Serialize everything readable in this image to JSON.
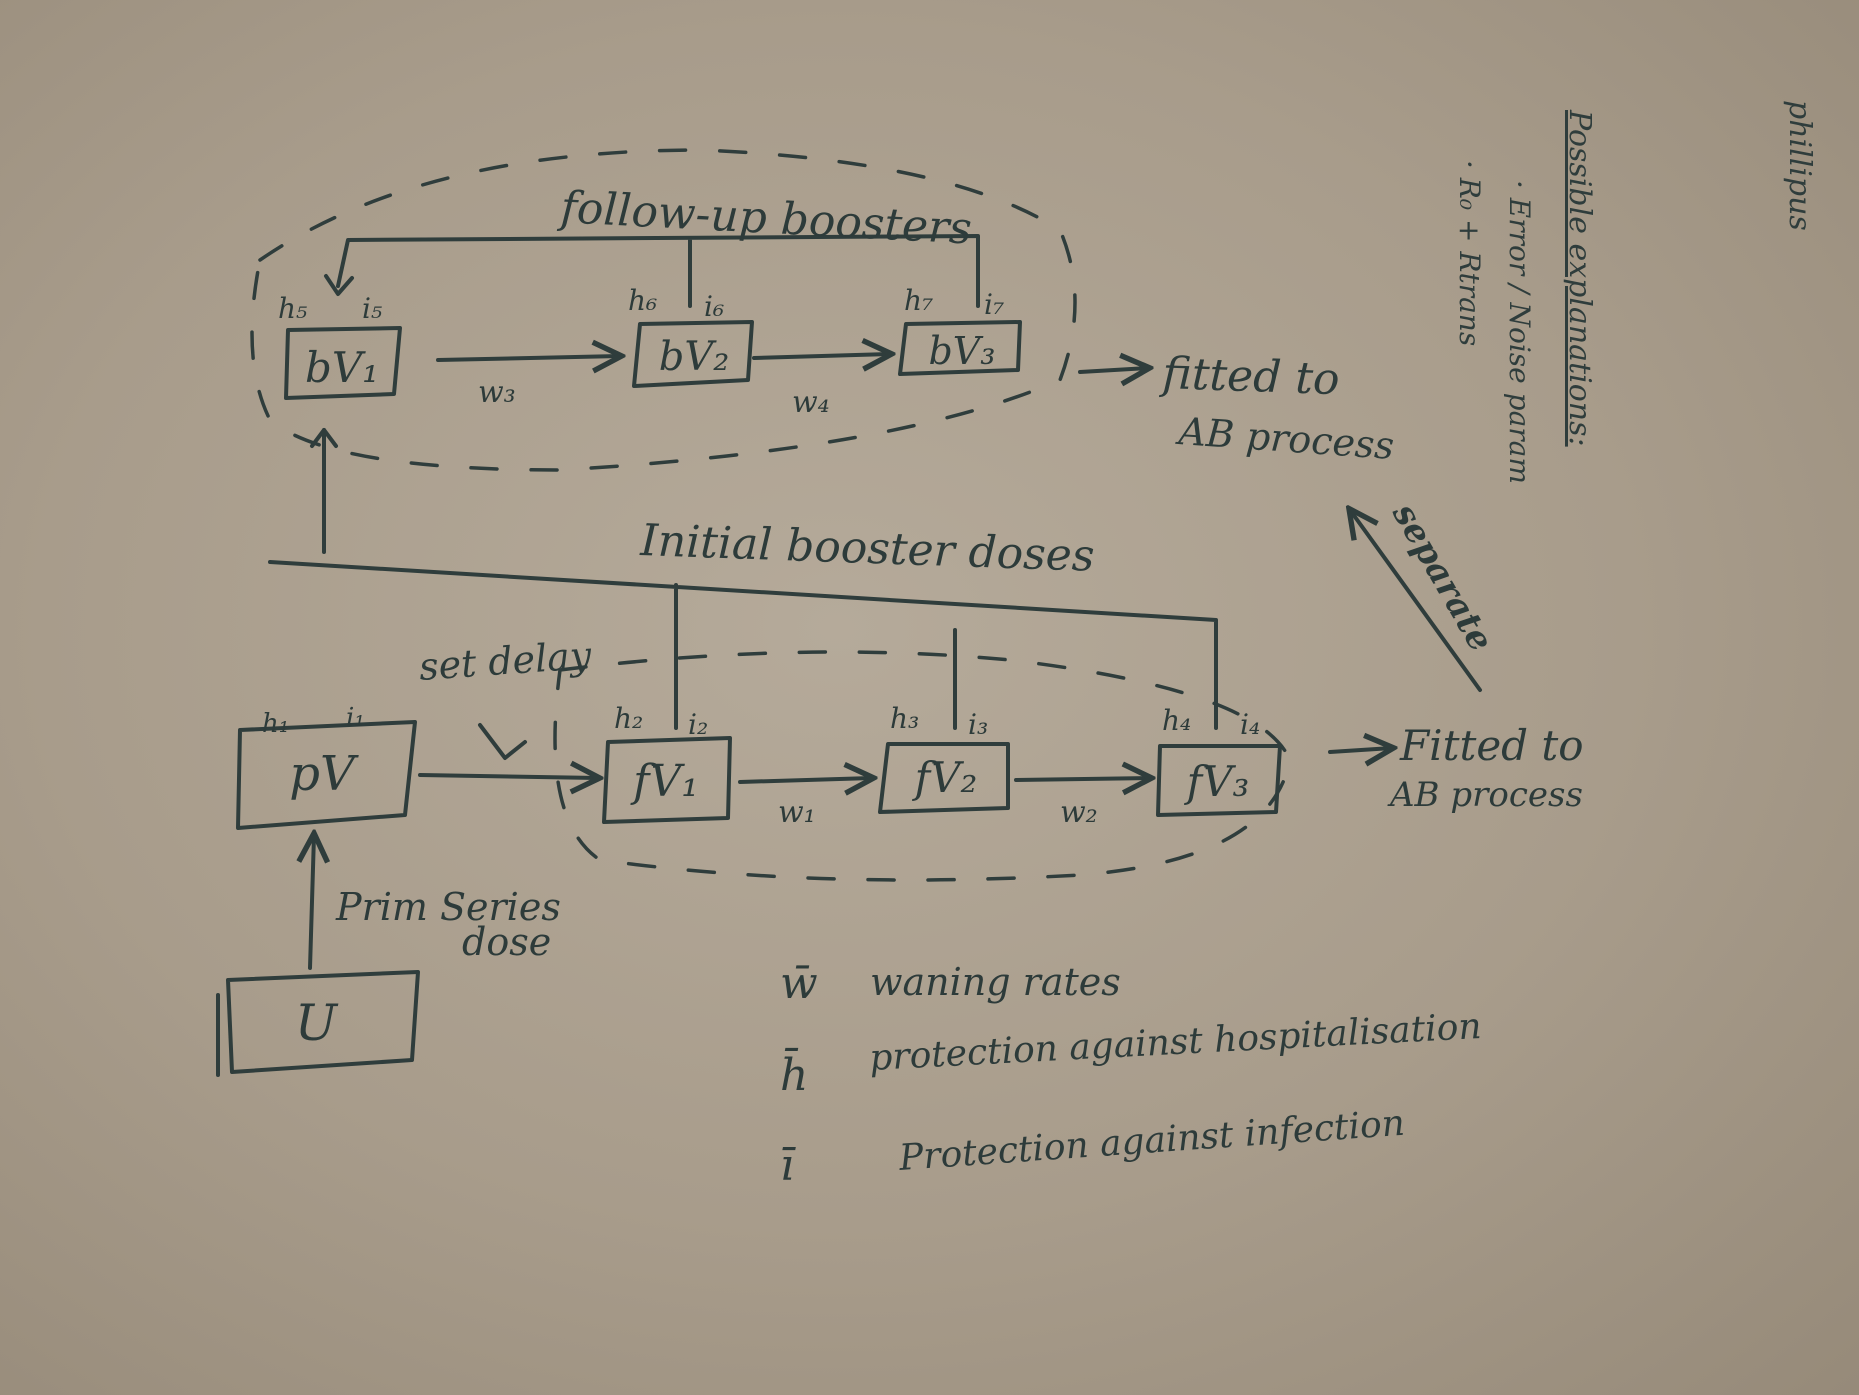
{
  "diagram": {
    "boxes": {
      "u": "U",
      "pv": "pV",
      "fv1": "fV₁",
      "fv2": "fV₂",
      "fv3": "fV₃",
      "bv1": "bV₁",
      "bv2": "bV₂",
      "bv3": "bV₃"
    },
    "params": {
      "h1": "h₁",
      "i1": "i₁",
      "h2": "h₂",
      "i2": "i₂",
      "h3": "h₃",
      "i3": "i₃",
      "h4": "h₄",
      "i4": "i₄",
      "h5": "h₅",
      "i5": "i₅",
      "h6": "h₆",
      "i6": "i₆",
      "h7": "h₇",
      "i7": "i₇"
    },
    "rates": {
      "w1": "w₁",
      "w2": "w₂",
      "w3": "w₃",
      "w4": "w₄"
    },
    "labels": {
      "follow_up": "follow-up boosters",
      "initial": "Initial booster doses",
      "set_delay": "set delay",
      "primary_line1": "Prim Series",
      "primary_line2": "dose",
      "fitted_top_line1": "fitted to",
      "fitted_top_line2": "AB process",
      "fitted_bottom_line1": "Fitted to",
      "fitted_bottom_line2": "AB process",
      "separate": "separate"
    },
    "legend": {
      "w_symbol": "w̄",
      "w_text": "waning rates",
      "h_symbol": "h̄",
      "h_text": "protection against hospitalisation",
      "i_symbol": "ī",
      "i_text": "Protection against infection"
    },
    "margin_notes": {
      "title": "Possible explanations:",
      "item1": "· Error / Noise param",
      "item2": "· R₀ + Rtrans",
      "name": "phillipus"
    }
  }
}
